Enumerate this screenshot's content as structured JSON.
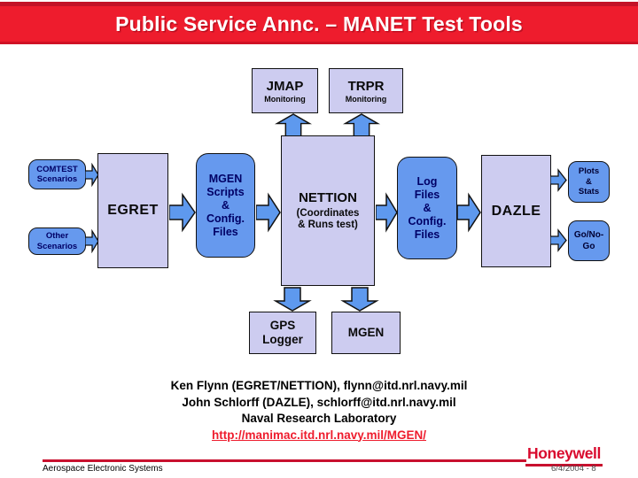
{
  "title_bar": {
    "title": "Public Service Annc. – MANET Test Tools"
  },
  "monitors": {
    "jmap": {
      "name": "JMAP",
      "sub": "Monitoring"
    },
    "trpr": {
      "name": "TRPR",
      "sub": "Monitoring"
    }
  },
  "flow": {
    "comtest": "COMTEST\nScenarios",
    "other": "Other\nScenarios",
    "egret": "EGRET",
    "mgen_scripts": "MGEN\nScripts\n&\nConfig.\nFiles",
    "nettion_title": "NETTION",
    "nettion_sub": "(Coordinates\n& Runs test)",
    "log_files": "Log\nFiles\n&\nConfig.\nFiles",
    "dazle": "DAZLE",
    "plots_stats": "Plots\n&\nStats",
    "go_no_go": "Go/No-\nGo",
    "gps_logger": "GPS\nLogger",
    "mgen": "MGEN"
  },
  "icons": {
    "arrow_right": "arrow-right-icon",
    "arrow_up": "arrow-up-icon",
    "arrow_down": "arrow-down-icon"
  },
  "contact": {
    "line1": "Ken Flynn (EGRET/NETTION), flynn@itd.nrl.navy.mil",
    "line2": "John Schlorff (DAZLE), schlorff@itd.nrl.navy.mil",
    "line3": "Naval Research Laboratory",
    "link": "http://manimac.itd.nrl.navy.mil/MGEN/"
  },
  "footer": {
    "organization": "Aerospace Electronic Systems",
    "brand": "Honeywell",
    "date_page": "6/4/2004 - 8"
  },
  "colors": {
    "title_bar_red": "#ee1c2d",
    "box_lavender": "#cdccf0",
    "box_blue": "#6699ee",
    "navy_text": "#000066",
    "link_red": "#ee1c2d",
    "brand_red": "#d90b2e",
    "footer_rule_red": "#c8102e"
  }
}
